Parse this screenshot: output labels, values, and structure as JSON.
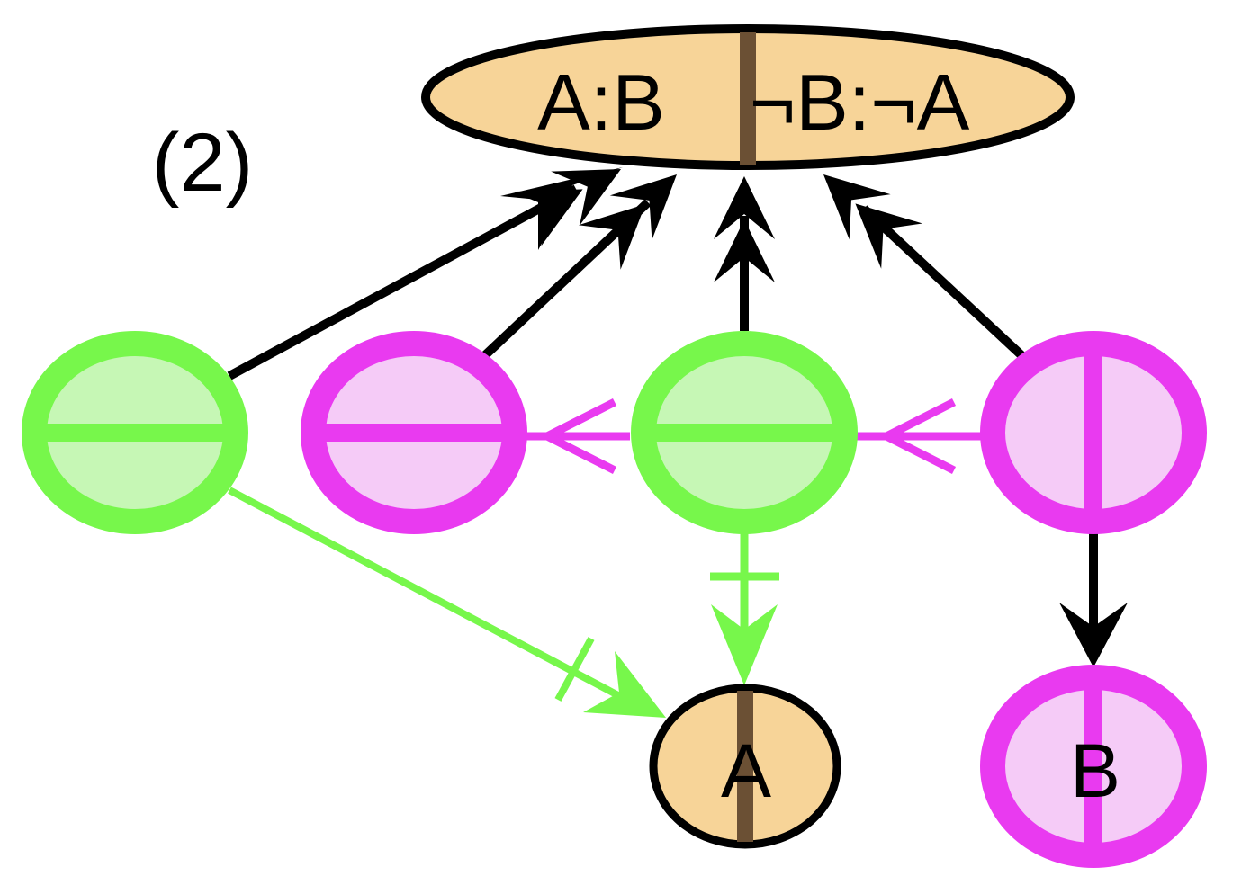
{
  "figure_label": "(2)",
  "colors": {
    "green_stroke": "#77f74b",
    "green_fill": "#c6f7b5",
    "magenta_stroke": "#e93af0",
    "magenta_fill": "#f5cbf7",
    "tan_fill": "#f7d498",
    "brown_divider": "#6b5034",
    "black": "#000000"
  },
  "nodes": {
    "top": {
      "left_label": "A:B",
      "right_label": "¬B:¬A"
    },
    "green_left": {
      "label": ""
    },
    "magenta_left": {
      "label": ""
    },
    "green_center": {
      "label": ""
    },
    "magenta_right": {
      "label": ""
    },
    "a_node": {
      "label": "A"
    },
    "b_node": {
      "label": "B"
    }
  },
  "edges": [
    {
      "from": "green_left",
      "to": "top",
      "style": "black-double-arrow"
    },
    {
      "from": "magenta_left",
      "to": "top",
      "style": "black-double-arrow"
    },
    {
      "from": "green_center",
      "to": "top",
      "style": "black-double-arrow"
    },
    {
      "from": "magenta_right",
      "to": "top",
      "style": "black-double-arrow"
    },
    {
      "from": "green_center",
      "to": "magenta_left",
      "style": "magenta-open-arrow"
    },
    {
      "from": "magenta_right",
      "to": "green_center",
      "style": "magenta-open-arrow"
    },
    {
      "from": "green_left",
      "to": "a_node",
      "style": "green-barred-arrow"
    },
    {
      "from": "green_center",
      "to": "a_node",
      "style": "green-barred-arrow"
    },
    {
      "from": "magenta_right",
      "to": "b_node",
      "style": "black-arrow"
    }
  ]
}
